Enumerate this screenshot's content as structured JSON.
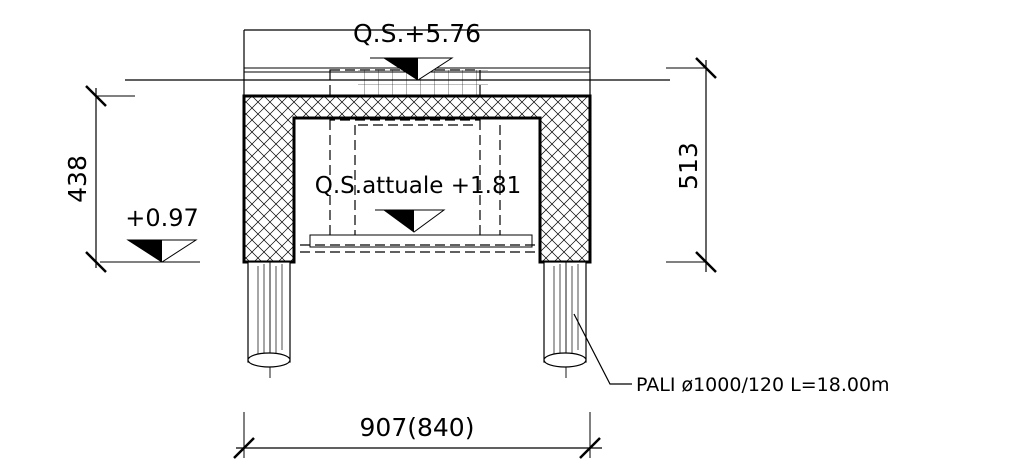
{
  "drawing": {
    "top_level_label": "Q.S.+5.76",
    "current_level_label": "Q.S.attuale  +1.81",
    "left_level_label": "+0.97",
    "left_height_dim": "438",
    "right_height_dim": "513",
    "bottom_width_dim": "907(840)",
    "pile_note": "PALI  ø1000/120  L=18.00m"
  }
}
